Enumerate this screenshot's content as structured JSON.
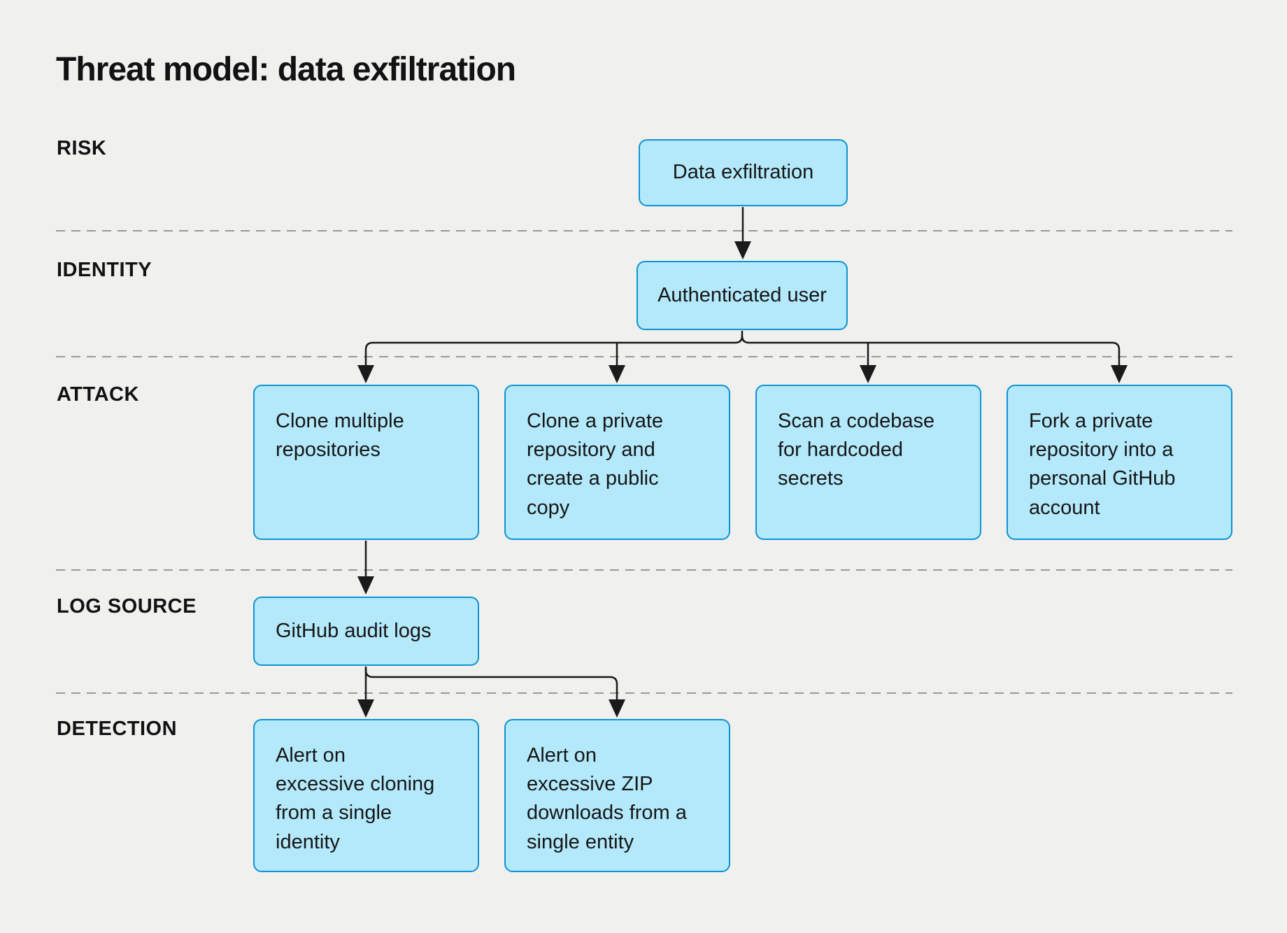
{
  "title": "Threat model: data exfiltration",
  "colors": {
    "background": "#f0f0ee",
    "box_fill": "#b3e9fb",
    "box_border": "#0e93d3",
    "arrow": "#1a1a1a",
    "divider": "#999999"
  },
  "lanes": [
    {
      "label": "RISK"
    },
    {
      "label": "IDENTITY"
    },
    {
      "label": "ATTACK"
    },
    {
      "label": "LOG SOURCE"
    },
    {
      "label": "DETECTION"
    }
  ],
  "nodes": {
    "risk": {
      "label": "Data exfiltration"
    },
    "identity": {
      "label": "Authenticated user"
    },
    "attack_1": {
      "label": "Clone multiple\nrepositories"
    },
    "attack_2": {
      "label": "Clone a private\nrepository and\ncreate a public\ncopy"
    },
    "attack_3": {
      "label": "Scan a codebase\nfor hardcoded\nsecrets"
    },
    "attack_4": {
      "label": "Fork a private\nrepository into a\npersonal GitHub\naccount"
    },
    "log_source": {
      "label": "GitHub audit logs"
    },
    "detection_1": {
      "label": "Alert on\nexcessive cloning\nfrom a single\nidentity"
    },
    "detection_2": {
      "label": "Alert on\nexcessive ZIP\ndownloads from a\nsingle entity"
    }
  },
  "edges": [
    {
      "from": "risk",
      "to": "identity"
    },
    {
      "from": "identity",
      "to": "attack_1"
    },
    {
      "from": "identity",
      "to": "attack_2"
    },
    {
      "from": "identity",
      "to": "attack_3"
    },
    {
      "from": "identity",
      "to": "attack_4"
    },
    {
      "from": "attack_1",
      "to": "log_source"
    },
    {
      "from": "log_source",
      "to": "detection_1"
    },
    {
      "from": "log_source",
      "to": "detection_2"
    }
  ]
}
